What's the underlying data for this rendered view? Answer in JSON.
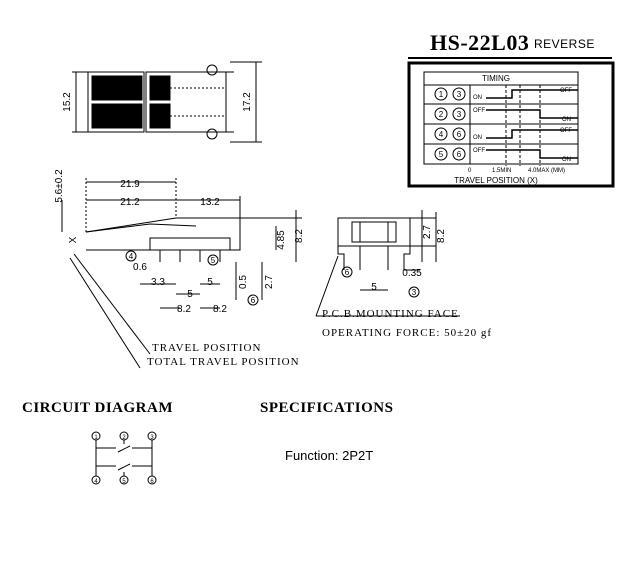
{
  "header": {
    "model": "HS-22L03",
    "subtitle": "REVERSE"
  },
  "timing": {
    "title": "TIMING",
    "rows": [
      {
        "a": "1",
        "b": "3",
        "top": "ON",
        "bottom": "OFF"
      },
      {
        "a": "2",
        "b": "3",
        "top": "OFF",
        "bottom": "ON"
      },
      {
        "a": "4",
        "b": "6",
        "top": "ON",
        "bottom": "OFF"
      },
      {
        "a": "5",
        "b": "6",
        "top": "OFF",
        "bottom": "ON"
      }
    ],
    "axis_ticks": [
      "0",
      "1.5MIN",
      "4.0MAX (MM)"
    ],
    "axis_label": "TRAVEL POSITION (X)"
  },
  "top_view": {
    "width_dim": "15.2",
    "height_dim": "17.2"
  },
  "side_view": {
    "dims": {
      "d1": "5.6±0.2",
      "d2": "21.9",
      "d3": "21.2",
      "d4": "13.2",
      "d5": "4.85",
      "d6": "8.2",
      "d7": "0.6",
      "d8": "3.3",
      "d9": "5",
      "d10": "5",
      "d11": "8.2",
      "d12": "8.2",
      "d13": "0.5",
      "d14": "2.7"
    },
    "x_mark": "X",
    "pins": {
      "p4": "4",
      "p5": "5",
      "p6": "6"
    },
    "travel_position": "TRAVEL POSITION",
    "total_travel_position": "TOTAL TRAVEL POSITION"
  },
  "end_view": {
    "dims": {
      "h1": "2.7",
      "h2": "8.2",
      "w1": "0.35",
      "w2": "5"
    },
    "pins": {
      "p3": "3",
      "p6": "6"
    },
    "pcb_face": "P.C.B.MOUNTING FACE",
    "operating_force": "OPERATING FORCE: 50±20 gf"
  },
  "circuit": {
    "heading": "CIRCUIT DIAGRAM",
    "pins": [
      "1",
      "2",
      "3",
      "4",
      "5",
      "6"
    ]
  },
  "specs": {
    "heading": "SPECIFICATIONS",
    "function": "Function: 2P2T"
  }
}
